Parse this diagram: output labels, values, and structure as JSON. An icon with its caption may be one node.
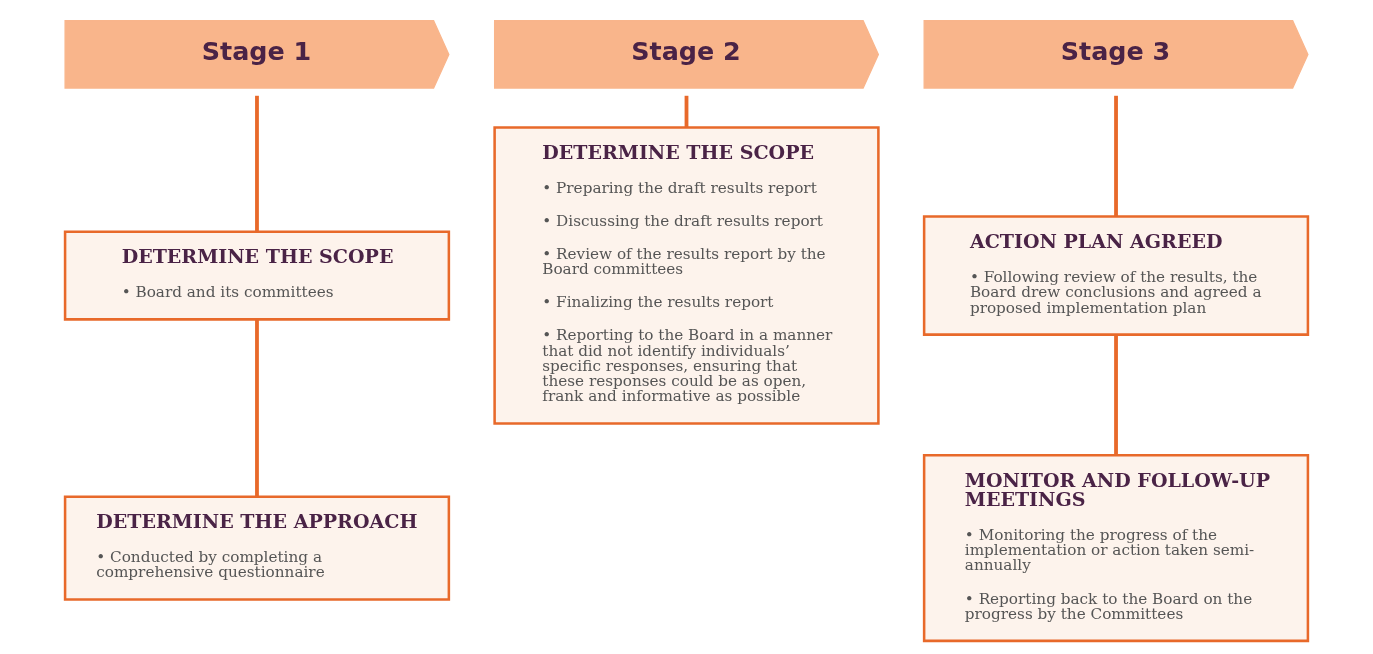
{
  "diagram": {
    "nodes": [
      {
        "text": [
          "Stage 1"
        ]
      },
      {
        "text": [
          "Stage 2"
        ]
      },
      {
        "text": [
          "Stage 3"
        ]
      },
      {
        "text": [
          "DETERMINE THE SCOPE",
          "• Board and its committees"
        ]
      },
      {
        "text": [
          "DETERMINE THE APPROACH",
          "• Conducted by completing a comprehensive questionnaire"
        ]
      },
      {
        "text": [
          "DETERMINE THE SCOPE",
          "• Preparing the draft results report",
          "• Discussing the draft results report",
          "• Review of the results report by the Board committees",
          "• Finalizing the results report",
          "• Reporting to the Board in a manner that did not identify individuals’ specific responses, ensuring that these responses could be as open, frank and informative as possible"
        ]
      },
      {
        "text": [
          "ACTION PLAN AGREED",
          "• Following review of the results, the Board drew conclusions and agreed a proposed implementation plan"
        ]
      },
      {
        "text": [
          "MONITOR AND FOLLOW-UP MEETINGS",
          "• Monitoring the progress of the implementation or action taken semi-annually",
          "• Reporting back to the Board on the progress by the Committees"
        ]
      }
    ],
    "edges": [
      {
        "from": 0,
        "to": 3,
        "arrow": "none"
      },
      {
        "from": 3,
        "to": 4,
        "arrow": "none"
      },
      {
        "from": 1,
        "to": 5,
        "arrow": "none"
      },
      {
        "from": 2,
        "to": 6,
        "arrow": "none"
      },
      {
        "from": 6,
        "to": 7,
        "arrow": "none"
      }
    ]
  }
}
